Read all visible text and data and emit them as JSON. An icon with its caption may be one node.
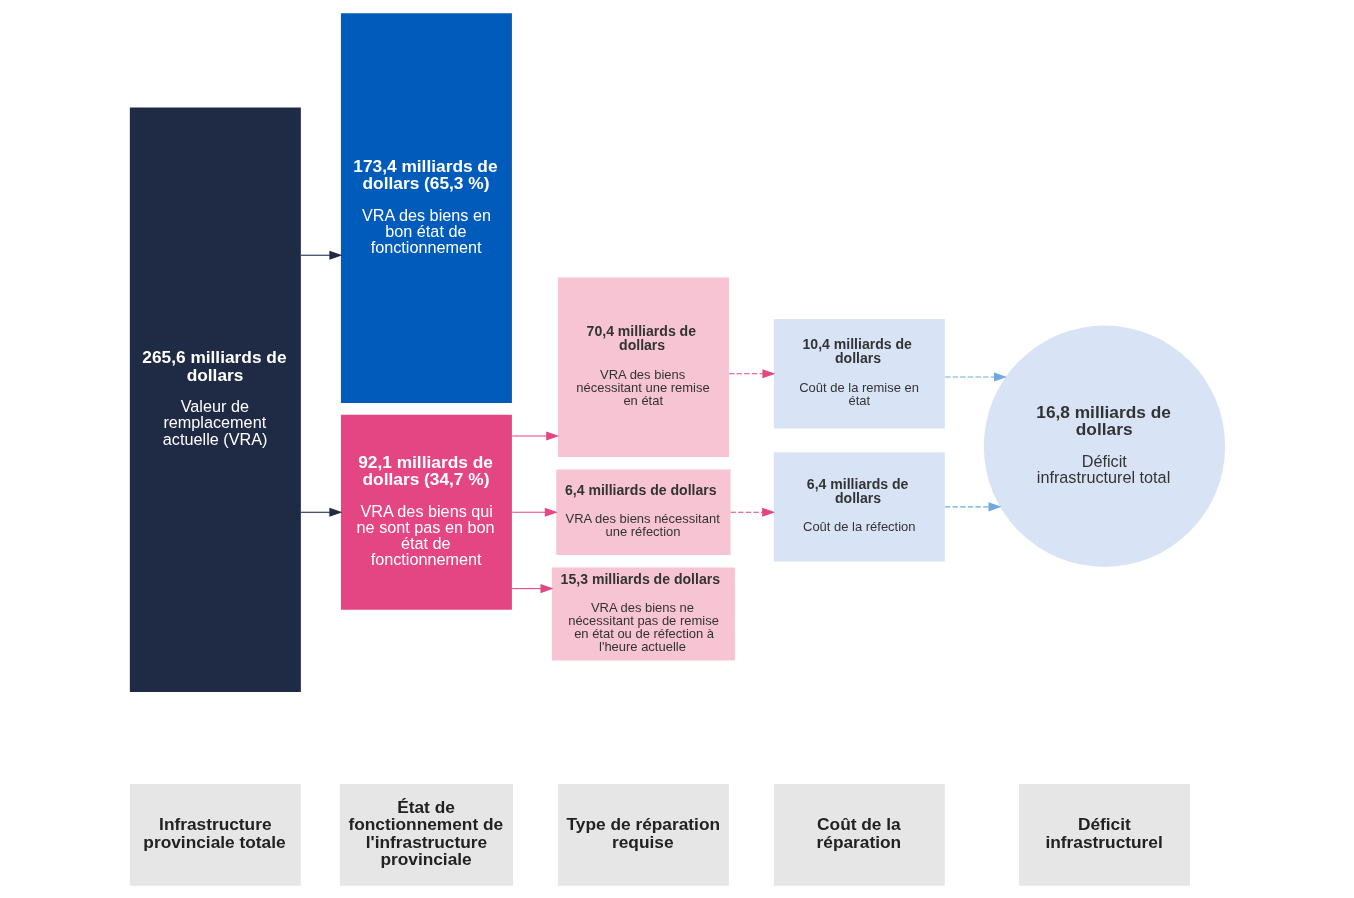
{
  "diagram": {
    "nodes": [
      {
        "text": [
          "Infrastructure provinciale totale"
        ]
      },
      {
        "text": [
          "État de fonctionnement de l'infrastructure provinciale"
        ]
      },
      {
        "text": [
          "Type de réparation requise"
        ]
      },
      {
        "text": [
          "Coût de la réparation"
        ]
      },
      {
        "text": [
          "Déficit infrastructurel"
        ]
      },
      {
        "text": [
          "265,6 milliards de dollars",
          "Valeur de remplacement actuelle (VRA)"
        ]
      },
      {
        "text": [
          "173,4 milliards de dollars (65,3 %)",
          "VRA des biens en bon état de fonctionnement"
        ]
      },
      {
        "text": [
          "92,1 milliards de dollars (34,7 %)",
          "VRA des biens qui ne sont pas en bon état de fonctionnement"
        ]
      },
      {
        "text": [
          "70,4 milliards de dollars",
          "VRA des biens nécessitant une remise en état"
        ]
      },
      {
        "text": [
          "6,4 milliards de dollars",
          "VRA des biens nécessitant une réfection"
        ]
      },
      {
        "text": [
          "15,3 milliards de dollars",
          "VRA des biens ne nécessitant pas de remise en état ou de réfection à l'heure actuelle"
        ]
      },
      {
        "text": [
          "10,4 milliards de dollars",
          "Coût de la remise en état"
        ]
      },
      {
        "text": [
          "6,4 milliards de dollars",
          "Coût de la réfection"
        ]
      },
      {
        "text": [
          "16,8 milliards de dollars",
          "Déficit infrastructurel total"
        ]
      }
    ],
    "edges": [
      {
        "from": 5,
        "to": 6,
        "arrow": "to",
        "color": "#1f2a44"
      },
      {
        "from": 5,
        "to": 7,
        "arrow": "to",
        "color": "#1f2a44"
      },
      {
        "from": 7,
        "to": 8,
        "arrow": "to",
        "color": "#e34683"
      },
      {
        "from": 7,
        "to": 9,
        "arrow": "to",
        "color": "#e34683"
      },
      {
        "from": 7,
        "to": 10,
        "arrow": "to",
        "color": "#e34683"
      },
      {
        "from": 8,
        "to": 11,
        "arrow": "to",
        "style": "dashed",
        "color": "#e34683"
      },
      {
        "from": 9,
        "to": 12,
        "arrow": "to",
        "style": "dashed",
        "color": "#e34683"
      },
      {
        "from": 11,
        "to": 13,
        "arrow": "to",
        "style": "dashed",
        "color": "#6fa8e0"
      },
      {
        "from": 12,
        "to": 13,
        "arrow": "to",
        "style": "dashed",
        "color": "#6fa8e0"
      }
    ]
  }
}
